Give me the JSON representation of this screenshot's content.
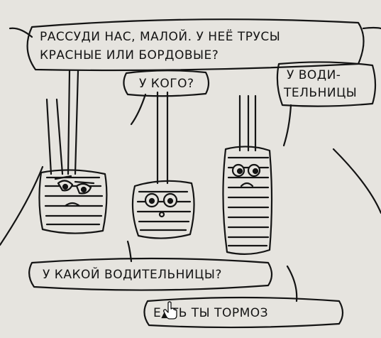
{
  "bubbles": {
    "top_line1": "РАССУДИ НАС, МАЛОЙ. У НЕЁ ТРУСЫ",
    "top_line2": "КРАСНЫЕ ИЛИ БОРДОВЫЕ?",
    "middle": "У КОГО?",
    "right_line1": "У ВОДИ-",
    "right_line2": "ТЕЛЬНИЦЫ",
    "bottom_left": "У КАКОЙ ВОДИТЕЛЬНИЦЫ?",
    "bottom_right": "Е▲ТЬ ТЫ ТОРМОЗ"
  },
  "icons": {
    "cursor": "hand-pointer-icon"
  },
  "colors": {
    "paper": "#e6e4df",
    "ink": "#141414"
  }
}
